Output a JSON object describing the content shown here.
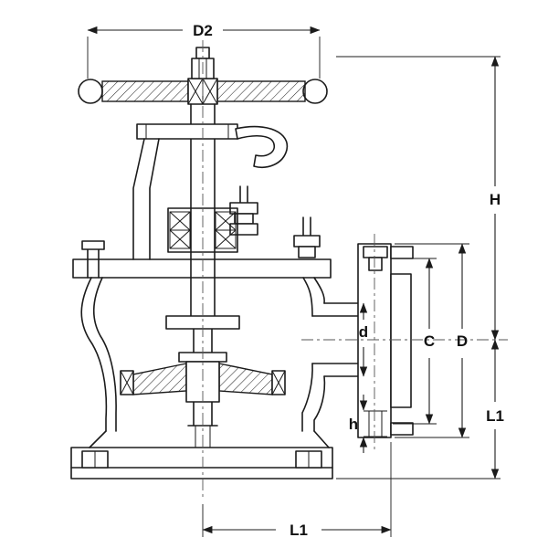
{
  "diagram": {
    "type": "technical-drawing",
    "subject": "angle-globe-valve-cross-section",
    "labels": {
      "top_width": "D2",
      "overall_height": "H",
      "bore": "d",
      "bolt_circle": "C",
      "flange_od": "D",
      "center_to_face_right": "L1",
      "bolt_hole": "h",
      "center_to_face_bottom": "L1"
    },
    "colors": {
      "line": "#1b1b1b",
      "background": "#ffffff"
    }
  }
}
